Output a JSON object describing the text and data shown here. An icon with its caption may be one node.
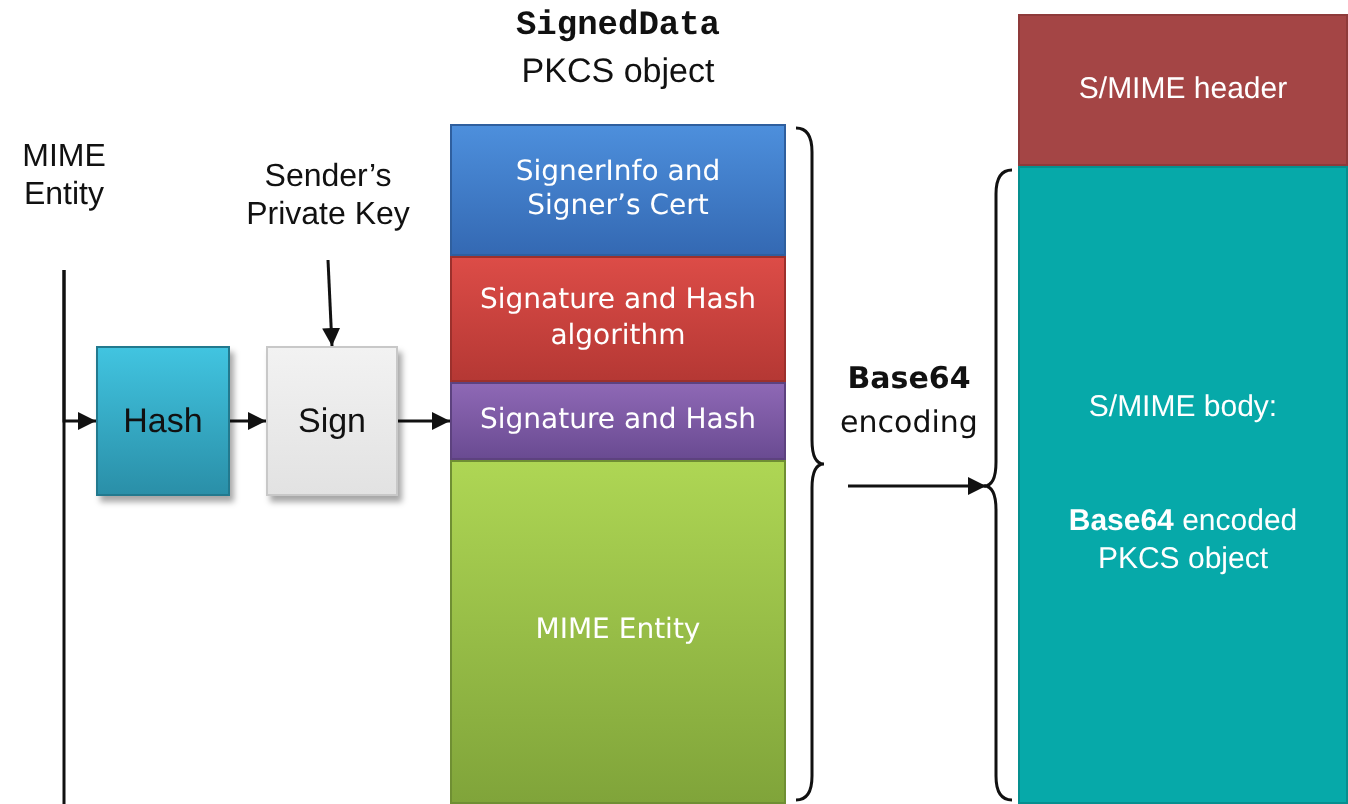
{
  "diagram": {
    "nodes": [
      {
        "text": [
          "MIME Entity"
        ]
      },
      {
        "text": [
          "Sender’s Private Key"
        ]
      },
      {
        "text": [
          "Hash"
        ]
      },
      {
        "text": [
          "Sign"
        ]
      },
      {
        "text": [
          "SignedData",
          "PKCS object"
        ]
      },
      {
        "text": [
          "SignerInfo and Signer’s Cert"
        ],
        "in": 4
      },
      {
        "text": [
          "Signature and Hash algorithm"
        ],
        "in": 4
      },
      {
        "text": [
          "Signature and Hash"
        ],
        "in": 4
      },
      {
        "text": [
          "MIME Entity"
        ],
        "in": 4
      },
      {
        "text": [
          "S/MIME header"
        ]
      },
      {
        "text": [
          "S/MIME body:",
          "**Base64** encoded PKCS object"
        ]
      }
    ],
    "edges": [
      {
        "from": 0,
        "to": 2,
        "arrow": "to"
      },
      {
        "from": 0,
        "to": 8,
        "arrow": "to"
      },
      {
        "from": 1,
        "to": 3,
        "arrow": "to"
      },
      {
        "from": 2,
        "to": 3,
        "arrow": "to"
      },
      {
        "from": 3,
        "to": 7,
        "arrow": "to"
      },
      {
        "from": 4,
        "to": 10,
        "arrow": "to",
        "label": "**Base64** encoding"
      }
    ]
  }
}
